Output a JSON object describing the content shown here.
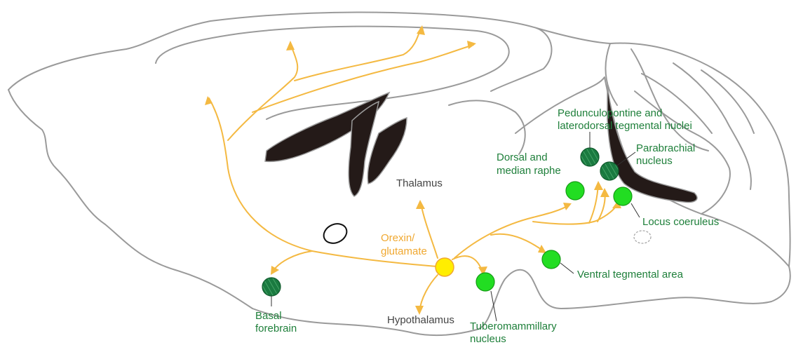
{
  "colors": {
    "pathway": "#f4b942",
    "orexin_node": "#ffee00",
    "bright_green_node": "#22dd22",
    "dark_green_node": "#1a7a40",
    "label_green": "#1e7f3a",
    "label_orange": "#f0a830",
    "label_gray": "#444444"
  },
  "labels": {
    "thalamus": "Thalamus",
    "hypothalamus": "Hypothalamus",
    "orexin": [
      "Orexin/",
      "glutamate"
    ],
    "basal_forebrain": [
      "Basal",
      "forebrain"
    ],
    "tuberomammillary": [
      "Tuberomammillary",
      "nucleus"
    ],
    "vta": "Ventral tegmental area",
    "raphe": [
      "Dorsal and",
      "median raphe"
    ],
    "ppt_ldt": [
      "Pedunculopontine and",
      "laterodorsal tegmental nuclei"
    ],
    "parabrachial": [
      "Parabrachial",
      "nucleus"
    ],
    "locus_coeruleus": "Locus coeruleus"
  }
}
